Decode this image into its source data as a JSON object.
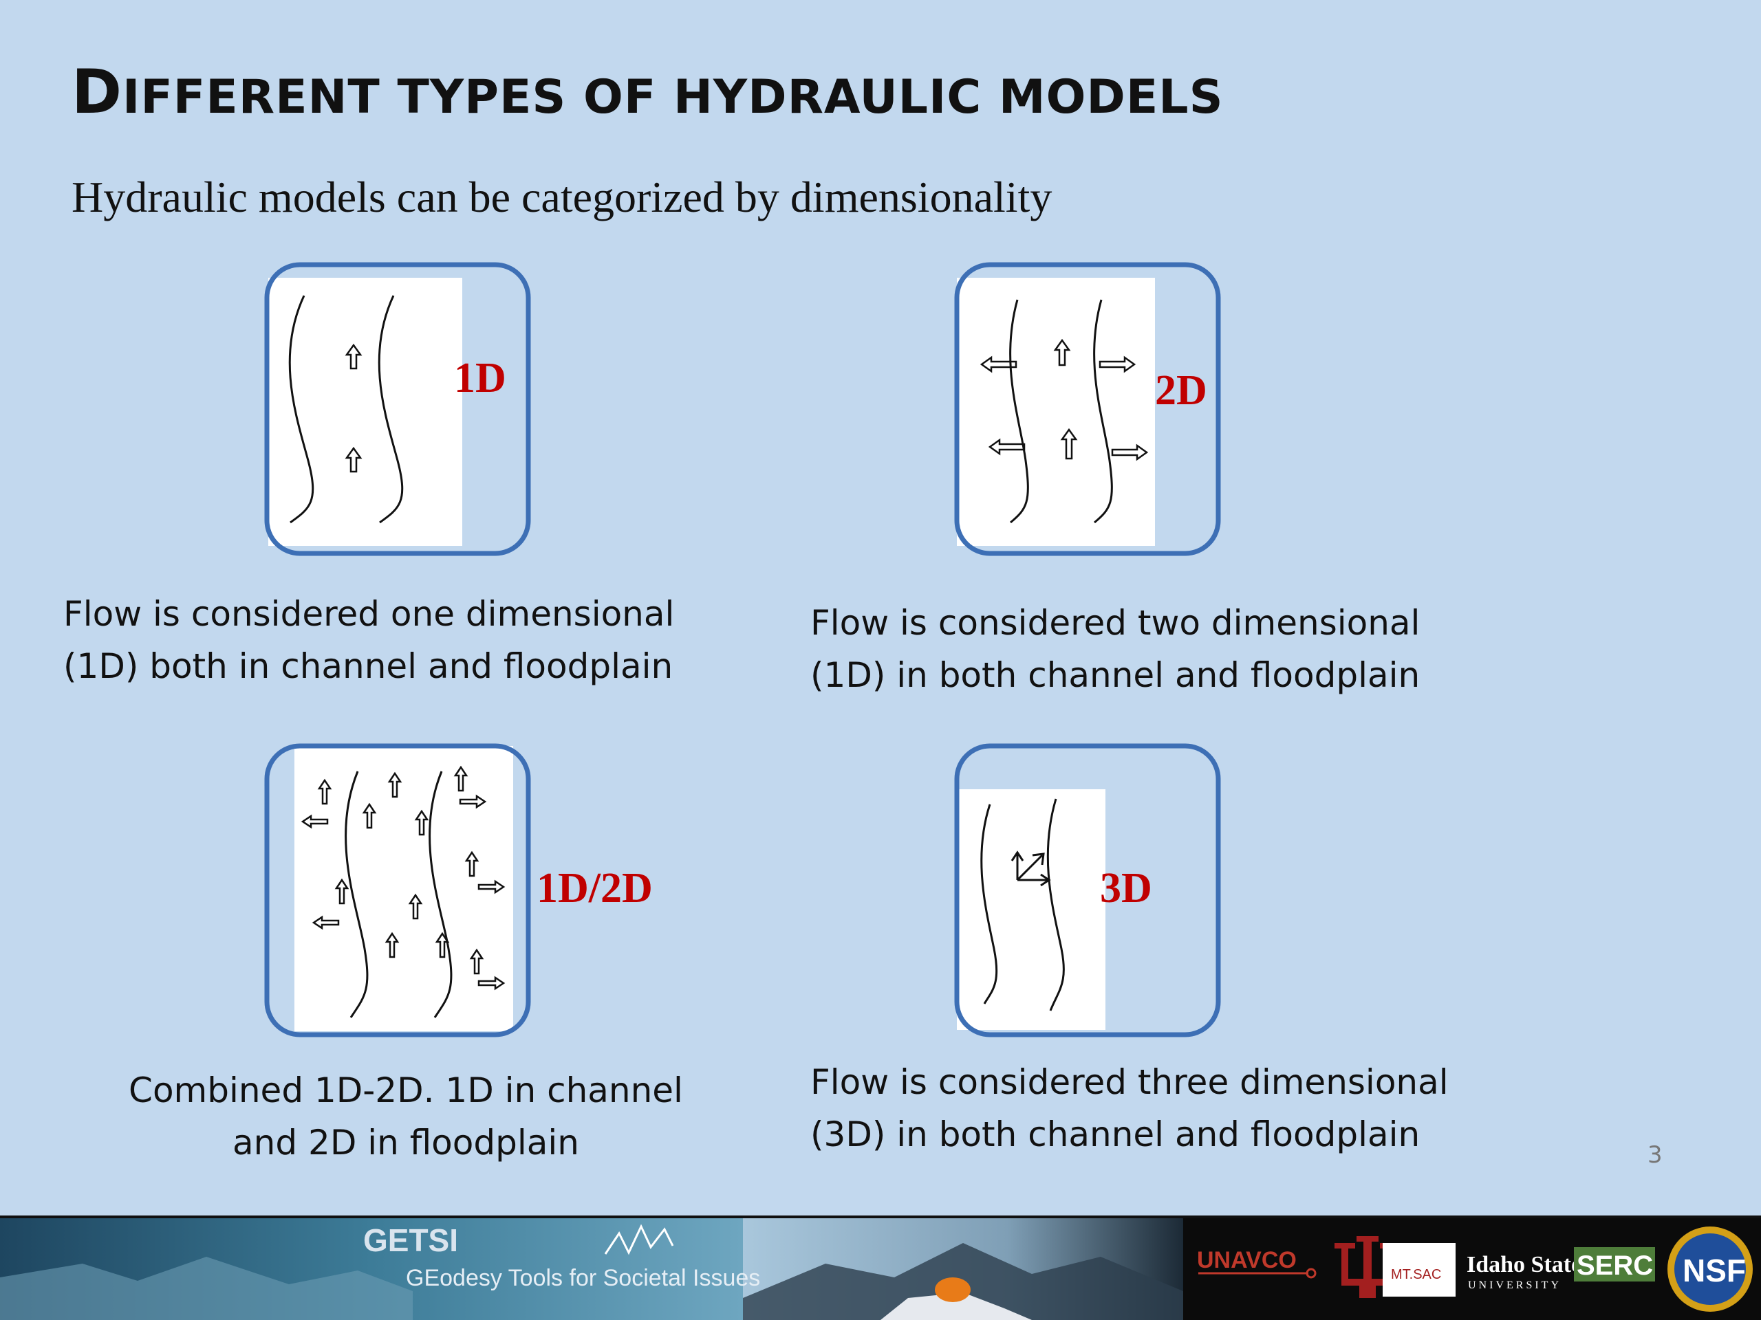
{
  "slide": {
    "title_initial": "D",
    "title_rest": "IFFERENT TYPES OF HYDRAULIC MODELS",
    "subtitle": "Hydraulic models can be categorized by dimensionality",
    "page_number": "3"
  },
  "panels": [
    {
      "label": "1D",
      "caption_line1": "Flow is considered one dimensional",
      "caption_line2": "(1D) both in channel and floodplain"
    },
    {
      "label": "2D",
      "caption_line1": "Flow is considered two dimensional",
      "caption_line2": "(1D) in both channel and floodplain"
    },
    {
      "label": "1D/2D",
      "caption_line1": "Combined 1D-2D. 1D in channel",
      "caption_line2": "and 2D in floodplain"
    },
    {
      "label": "3D",
      "caption_line1": "Flow is considered three dimensional",
      "caption_line2": "(3D) in both channel and floodplain"
    }
  ],
  "footer": {
    "getsi_title": "GETSI",
    "getsi_subtitle": "GEodesy Tools for Societal Issues",
    "logos": [
      "UNAVCO",
      "MT.SAC",
      "Idaho State",
      "UNIVERSITY",
      "SERC",
      "NSF"
    ]
  },
  "colors": {
    "background": "#c2d8ee",
    "frame": "#3d6fb5",
    "label_red": "#c00000"
  }
}
